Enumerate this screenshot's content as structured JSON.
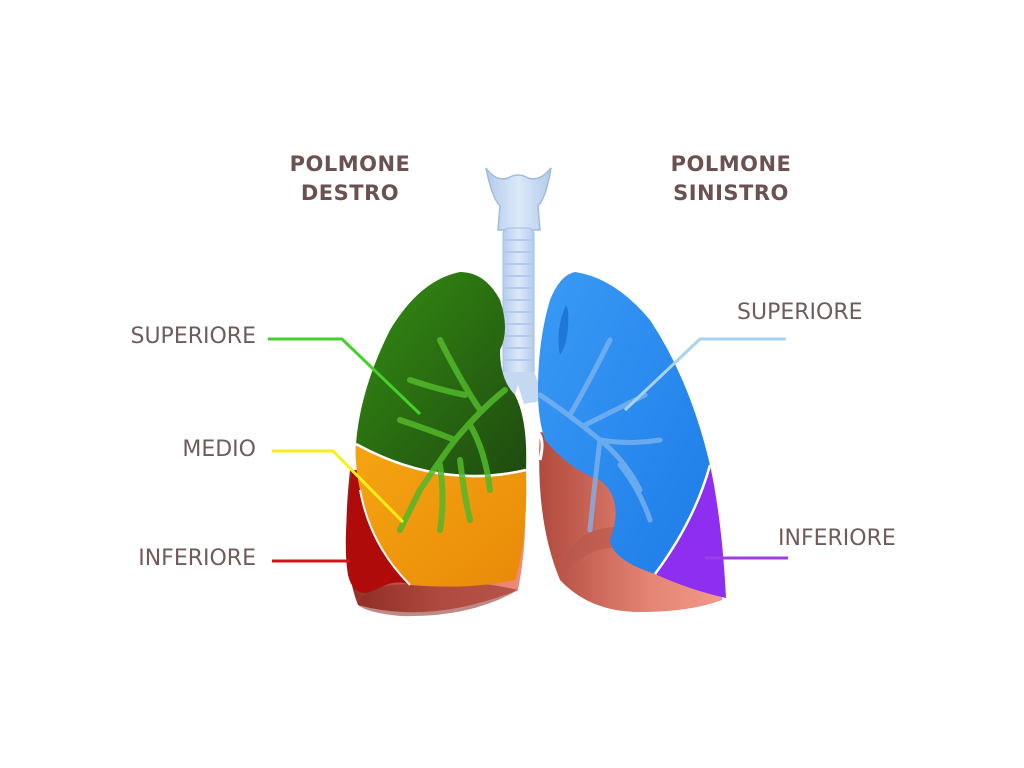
{
  "titles": {
    "right_lung": [
      "POLMONE",
      "DESTRO"
    ],
    "left_lung": [
      "POLMONE",
      "SINISTRO"
    ]
  },
  "labels": {
    "right_superior": "SUPERIORE",
    "right_middle": "MEDIO",
    "right_inferior": "INFERIORE",
    "left_superior": "SUPERIORE",
    "left_inferior": "INFERIORE"
  },
  "colors": {
    "title_text": "#6b5150",
    "label_text": "#6e5c5b",
    "right_superior_lobe": "#2f6d0f",
    "right_middle_lobe": "#f0940a",
    "right_inferior_lobe": "#b30f0f",
    "left_superior_lobe": "#2f8ef0",
    "left_inferior_lobe": "#8e2ef0",
    "lung_base": "#cf6a5e",
    "trachea": "#c9ddf5",
    "leader_right_superior": "#45d02c",
    "leader_right_middle": "#f5f01a",
    "leader_right_inferior": "#d2141a",
    "leader_left_superior": "#a9d2f0",
    "leader_left_inferior": "#9a3fe8"
  }
}
